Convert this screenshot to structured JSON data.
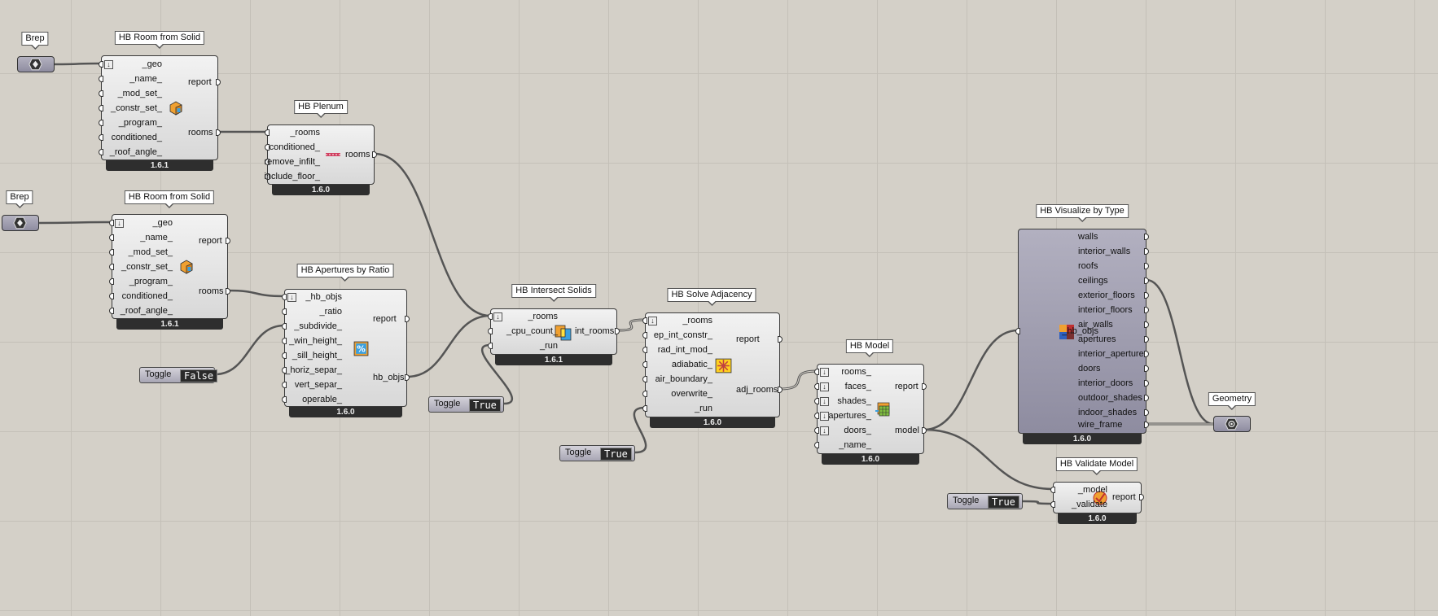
{
  "components": {
    "brep1": {
      "title": "Brep"
    },
    "brep2": {
      "title": "Brep"
    },
    "geometry": {
      "title": "Geometry"
    },
    "room1": {
      "title": "HB Room from Solid",
      "version": "1.6.1",
      "inputs": [
        "_geo",
        "_name_",
        "_mod_set_",
        "_constr_set_",
        "_program_",
        "conditioned_",
        "_roof_angle_"
      ],
      "outputs": [
        "report",
        "rooms"
      ]
    },
    "room2": {
      "title": "HB Room from Solid",
      "version": "1.6.1",
      "inputs": [
        "_geo",
        "_name_",
        "_mod_set_",
        "_constr_set_",
        "_program_",
        "conditioned_",
        "_roof_angle_"
      ],
      "outputs": [
        "report",
        "rooms"
      ]
    },
    "plenum": {
      "title": "HB Plenum",
      "version": "1.6.0",
      "inputs": [
        "_rooms",
        "conditioned_",
        "remove_infilt_",
        "include_floor_"
      ],
      "outputs": [
        "rooms"
      ]
    },
    "apertures": {
      "title": "HB Apertures by Ratio",
      "version": "1.6.0",
      "inputs": [
        "_hb_objs",
        "_ratio",
        "_subdivide_",
        "_win_height_",
        "_sill_height_",
        "_horiz_separ_",
        "vert_separ_",
        "operable_"
      ],
      "outputs": [
        "report",
        "hb_objs"
      ]
    },
    "intersect": {
      "title": "HB Intersect Solids",
      "version": "1.6.1",
      "inputs": [
        "_rooms",
        "_cpu_count_",
        "_run"
      ],
      "outputs": [
        "int_rooms"
      ]
    },
    "adjacency": {
      "title": "HB Solve Adjacency",
      "version": "1.6.0",
      "inputs": [
        "_rooms",
        "ep_int_constr_",
        "rad_int_mod_",
        "adiabatic_",
        "air_boundary_",
        "overwrite_",
        "_run"
      ],
      "outputs": [
        "report",
        "adj_rooms"
      ]
    },
    "model": {
      "title": "HB Model",
      "version": "1.6.0",
      "inputs": [
        "rooms_",
        "faces_",
        "shades_",
        "apertures_",
        "doors_",
        "_name_"
      ],
      "outputs": [
        "report",
        "model"
      ]
    },
    "visualize": {
      "title": "HB Visualize by Type",
      "version": "1.6.0",
      "inputs": [
        "_hb_objs"
      ],
      "outputs": [
        "walls",
        "interior_walls",
        "roofs",
        "ceilings",
        "exterior_floors",
        "interior_floors",
        "air_walls",
        "apertures",
        "interior_apertures",
        "doors",
        "interior_doors",
        "outdoor_shades",
        "indoor_shades",
        "wire_frame"
      ]
    },
    "validate": {
      "title": "HB Validate Model",
      "version": "1.6.0",
      "inputs": [
        "_model",
        "_validate"
      ],
      "outputs": [
        "report"
      ]
    }
  },
  "toggles": {
    "t1": {
      "label": "Toggle",
      "value": "False"
    },
    "t2": {
      "label": "Toggle",
      "value": "True"
    },
    "t3": {
      "label": "Toggle",
      "value": "True"
    },
    "t4": {
      "label": "Toggle",
      "value": "True"
    }
  },
  "colors": {
    "canvas": "#d4d0c8",
    "wire": "#555555",
    "component": "#e6e6e6",
    "version_bar": "#2e2e2e"
  },
  "icons": {
    "param": "brep-hexagon-icon",
    "geometry": "geometry-spiral-icon",
    "validate": "checkmark-icon",
    "visualize": "color-squares-icon"
  }
}
